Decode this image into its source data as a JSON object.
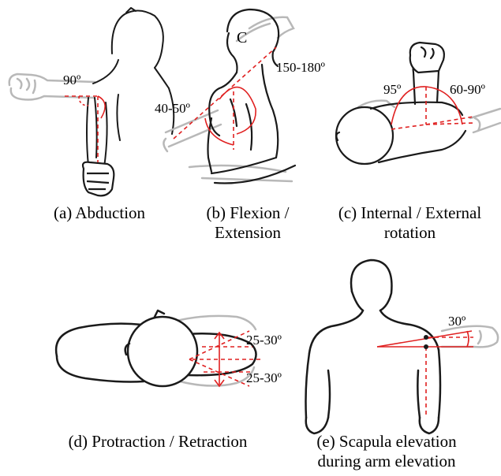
{
  "panels": [
    {
      "id": "a",
      "caption_lines": [
        "(a) Abduction"
      ],
      "angles": [
        "90º"
      ]
    },
    {
      "id": "b",
      "caption_lines": [
        "(b) Flexion /",
        "Extension"
      ],
      "angles": [
        "40-50º",
        "150-180º"
      ]
    },
    {
      "id": "c",
      "caption_lines": [
        "(c) Internal / External",
        "rotation"
      ],
      "angles": [
        "95º",
        "60-90º"
      ]
    },
    {
      "id": "d",
      "caption_lines": [
        "(d) Protraction / Retraction"
      ],
      "angles": [
        "25-30º",
        "25-30º"
      ]
    },
    {
      "id": "e",
      "caption_lines": [
        "(e) Scapula elevation",
        "during arm elevation"
      ],
      "angles": [
        "30º"
      ]
    }
  ],
  "head_letter": "C",
  "colors": {
    "outline": "#1a1a1a",
    "ghost": "#b8b8b8",
    "angle_marks": "#e02020"
  }
}
